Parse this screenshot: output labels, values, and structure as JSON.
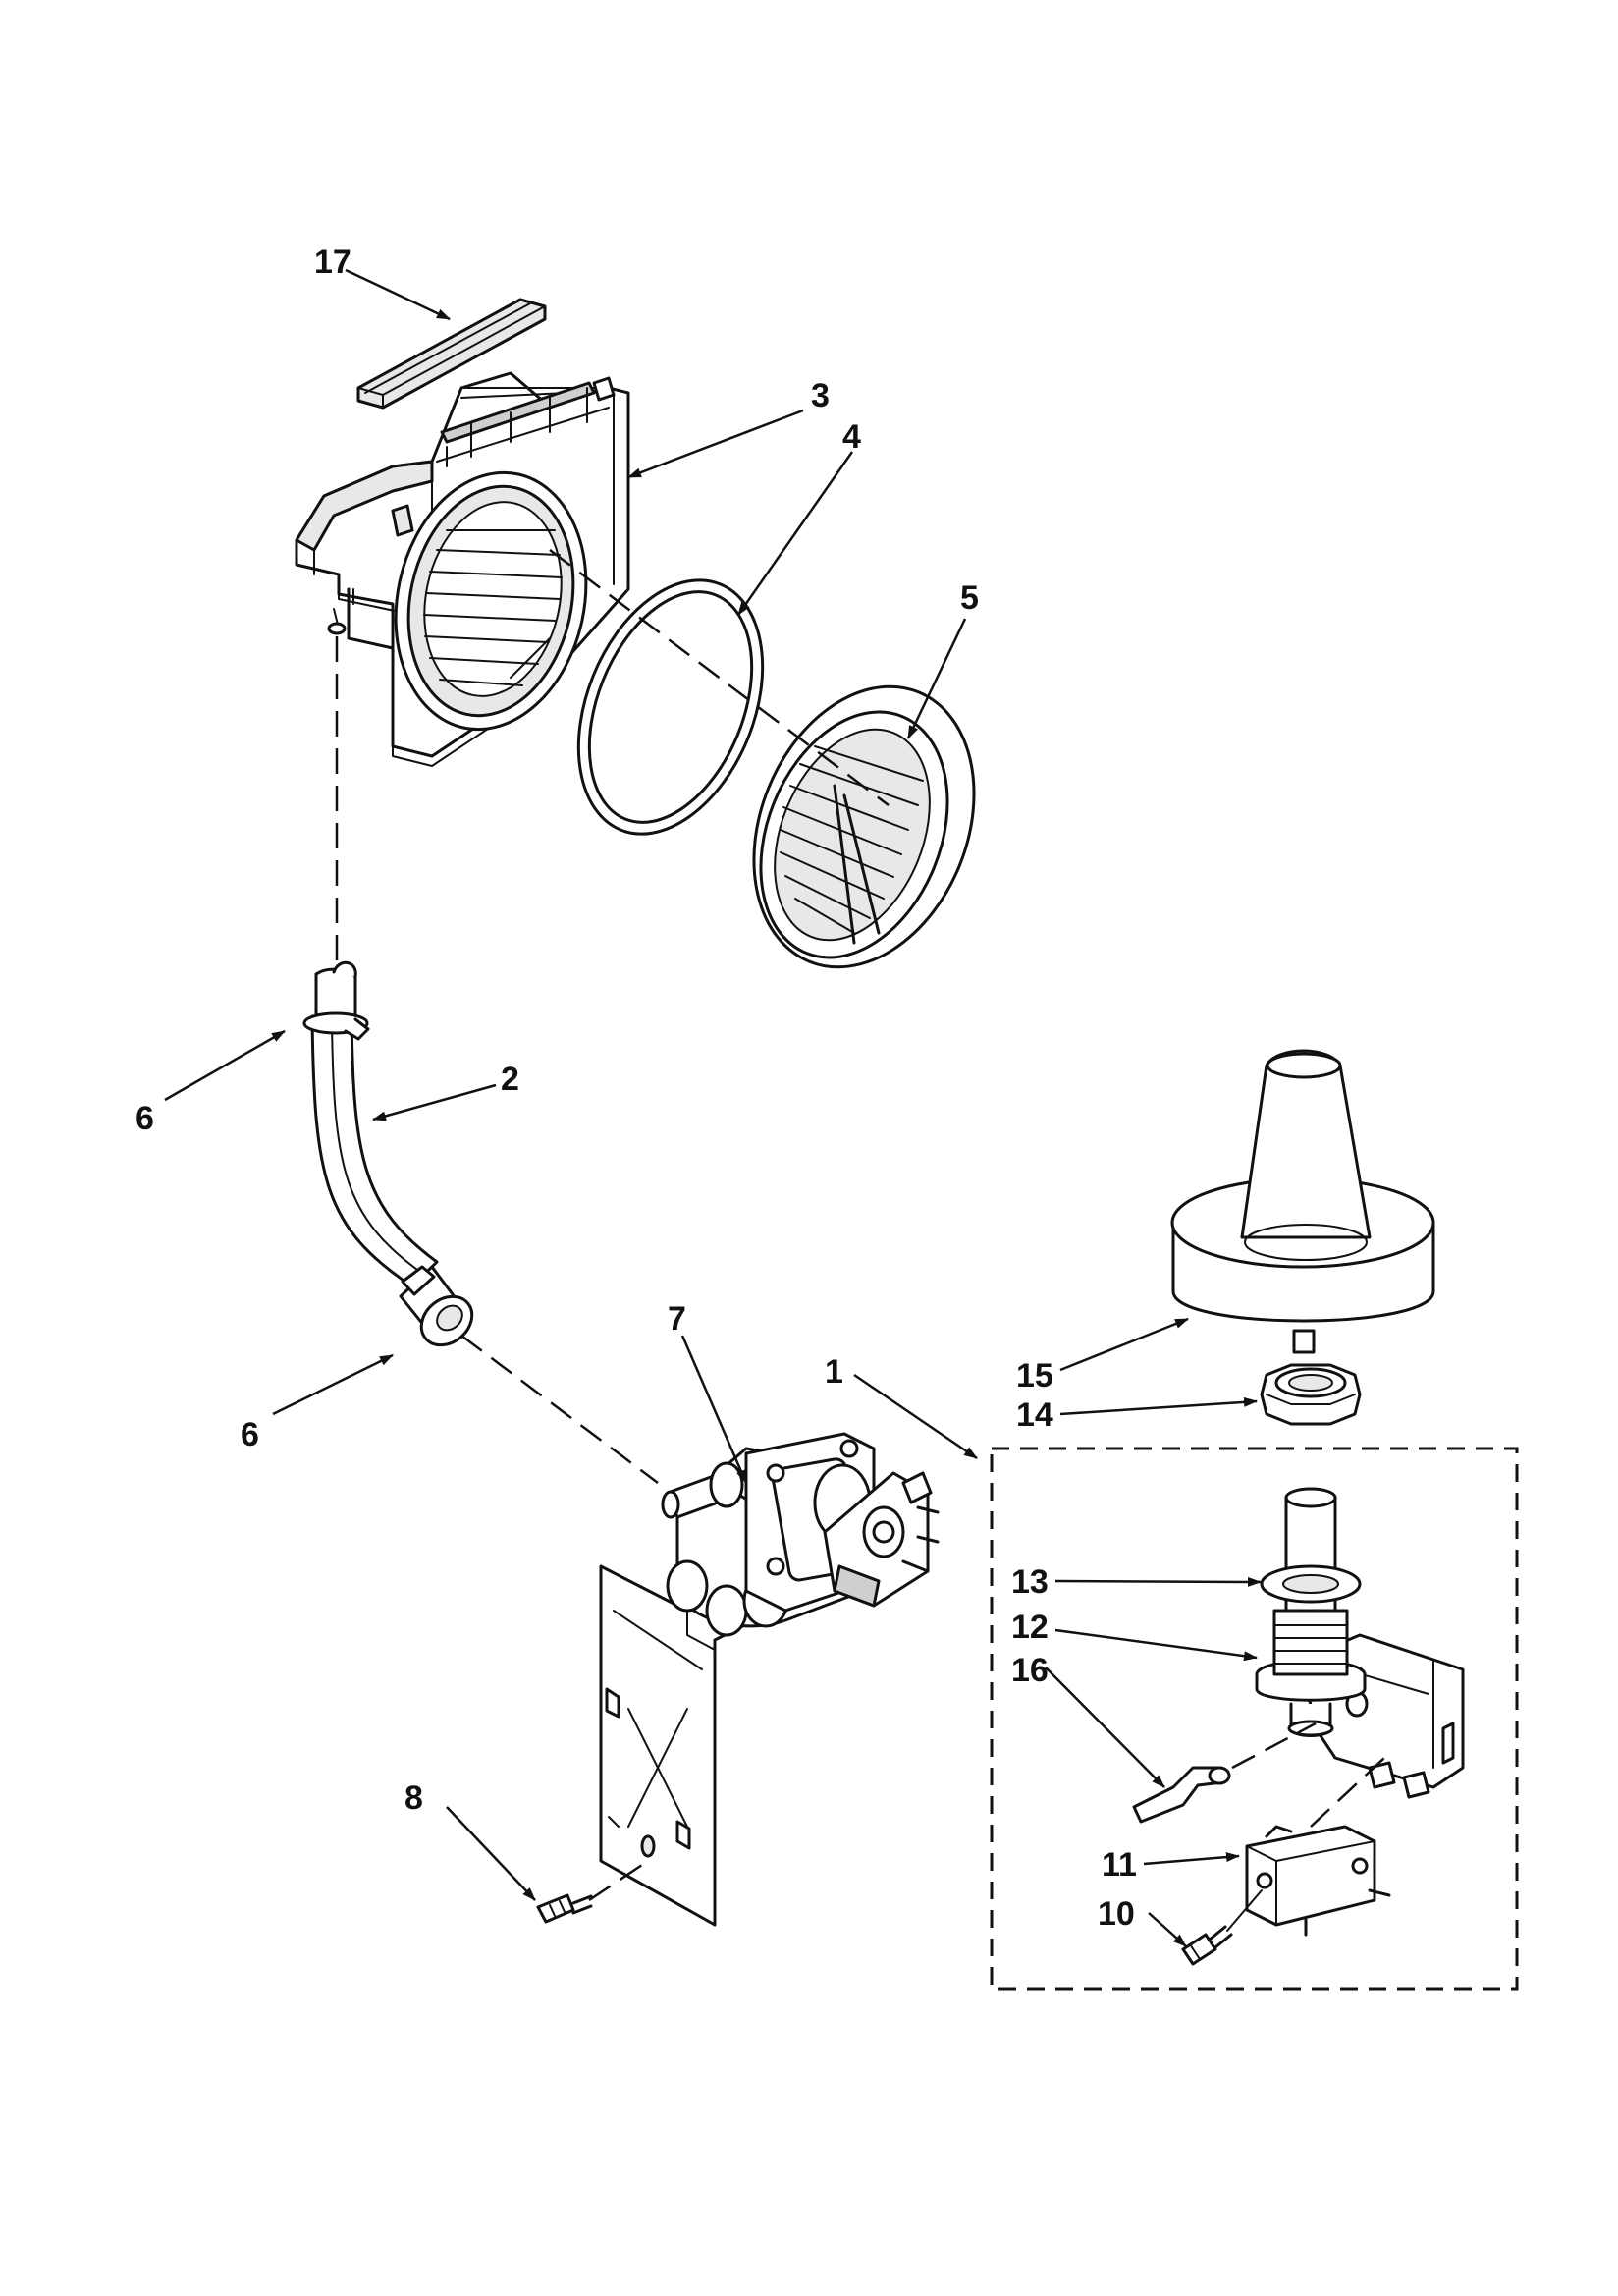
{
  "colors": {
    "ink": "#111111",
    "paper": "#ffffff",
    "shade_light": "#e8e8e8",
    "shade_mid": "#cfcfcf"
  },
  "callouts": {
    "part_1": "1",
    "part_2": "2",
    "part_3": "3",
    "part_4": "4",
    "part_5": "5",
    "part_6_upper": "6",
    "part_6_lower": "6",
    "part_7": "7",
    "part_8": "8",
    "part_10": "10",
    "part_11": "11",
    "part_12": "12",
    "part_13": "13",
    "part_14": "14",
    "part_15": "15",
    "part_16": "16",
    "part_17": "17"
  }
}
